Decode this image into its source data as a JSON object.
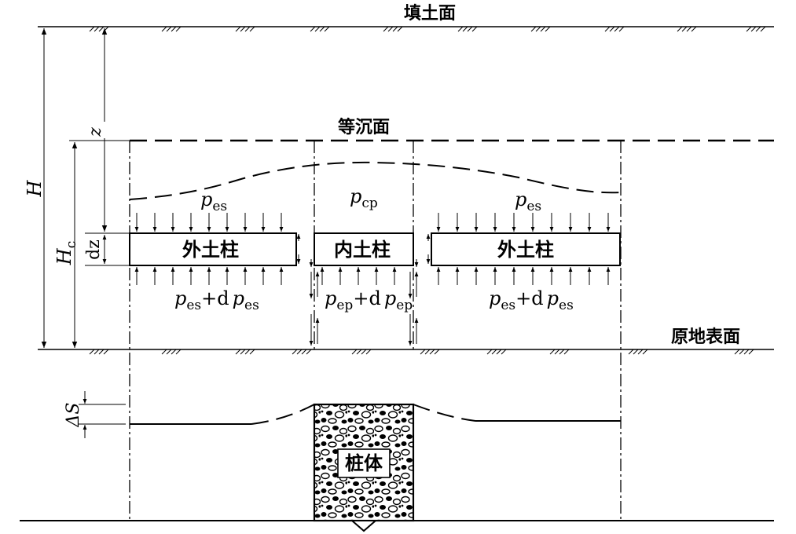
{
  "labels": {
    "fill_surface": "填土面",
    "equal_settlement_plane": "等沉面",
    "original_ground_surface": "原地表面",
    "outer_soil_column_left": "外土柱",
    "inner_soil_column": "内土柱",
    "outer_soil_column_right": "外土柱",
    "pile_body": "桩体"
  },
  "dimensions": {
    "H": "H",
    "Hc_main": "H",
    "Hc_sub": "c",
    "z": "z",
    "dz": "dz",
    "delta_s": "ΔS"
  },
  "pressures": {
    "top_left": {
      "p": "p",
      "sub": "es"
    },
    "top_center": {
      "p": "p",
      "sub": "cp"
    },
    "top_right": {
      "p": "p",
      "sub": "es"
    },
    "bottom_left": {
      "p1": "p",
      "sub1": "es",
      "plus": "+d",
      "p2": "p",
      "sub2": "es"
    },
    "bottom_center": {
      "p1": "p",
      "sub1": "ep",
      "plus": "+d",
      "p2": "p",
      "sub2": "ep"
    },
    "bottom_right": {
      "p1": "p",
      "sub1": "es",
      "plus": "+d",
      "p2": "p",
      "sub2": "es"
    }
  }
}
